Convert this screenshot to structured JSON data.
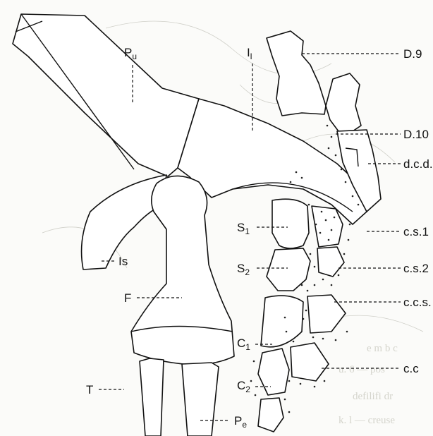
{
  "labels": {
    "pu": {
      "main": "P",
      "sub": "u"
    },
    "il": {
      "main": "I",
      "sub": "l"
    },
    "d9": "D.9",
    "d10": "D.10",
    "dcd": "d.c.d.",
    "s1": {
      "main": "S",
      "sub": "1"
    },
    "cs1": "c.s.1",
    "s2": {
      "main": "S",
      "sub": "2"
    },
    "cs2": "c.s.2",
    "is": "Is",
    "f": "F",
    "ccs": "c.c.s.",
    "c1": {
      "main": "C",
      "sub": "1"
    },
    "cc": "c.c",
    "c2": {
      "main": "C",
      "sub": "2"
    },
    "t": "T",
    "pe": {
      "main": "P",
      "sub": "e"
    }
  }
}
